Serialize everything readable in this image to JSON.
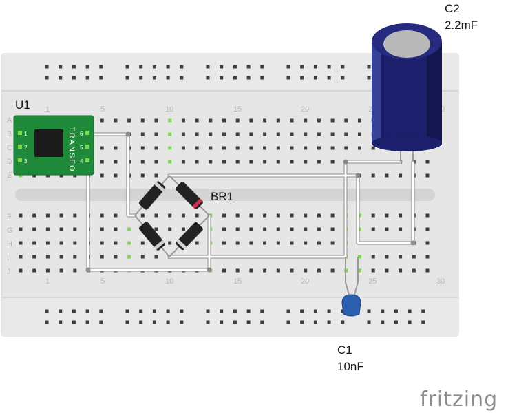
{
  "diagram": {
    "breadboard": {
      "row_letters_top": [
        "A",
        "B",
        "C",
        "D",
        "E"
      ],
      "row_letters_bottom": [
        "F",
        "G",
        "H",
        "I",
        "J"
      ],
      "column_numbers": [
        "1",
        "5",
        "10",
        "15",
        "20",
        "25",
        "30"
      ]
    },
    "components": {
      "u1": {
        "ref": "U1",
        "body_text": "TRANSFO",
        "pins_left": [
          "1",
          "2",
          "3"
        ],
        "pins_right": [
          "6",
          "5",
          "4"
        ]
      },
      "br1": {
        "ref": "BR1"
      },
      "c2": {
        "ref": "C2",
        "value": "2.2mF"
      },
      "c1": {
        "ref": "C1",
        "value": "10nF"
      }
    },
    "brand": "fritzing",
    "colors": {
      "breadboard": "#e8e8e8",
      "breadboard_edge": "#cfcfcf",
      "hole": "#3d3d3d",
      "active_hole": "#7cd84f",
      "wire": "#ffffff",
      "wire_outline": "#8a8a8a",
      "u1_board": "#1f8a3a",
      "capacitor_body": "#1c1f6b",
      "ceramic_cap": "#2b5fb0",
      "diode_body": "#222222"
    }
  }
}
